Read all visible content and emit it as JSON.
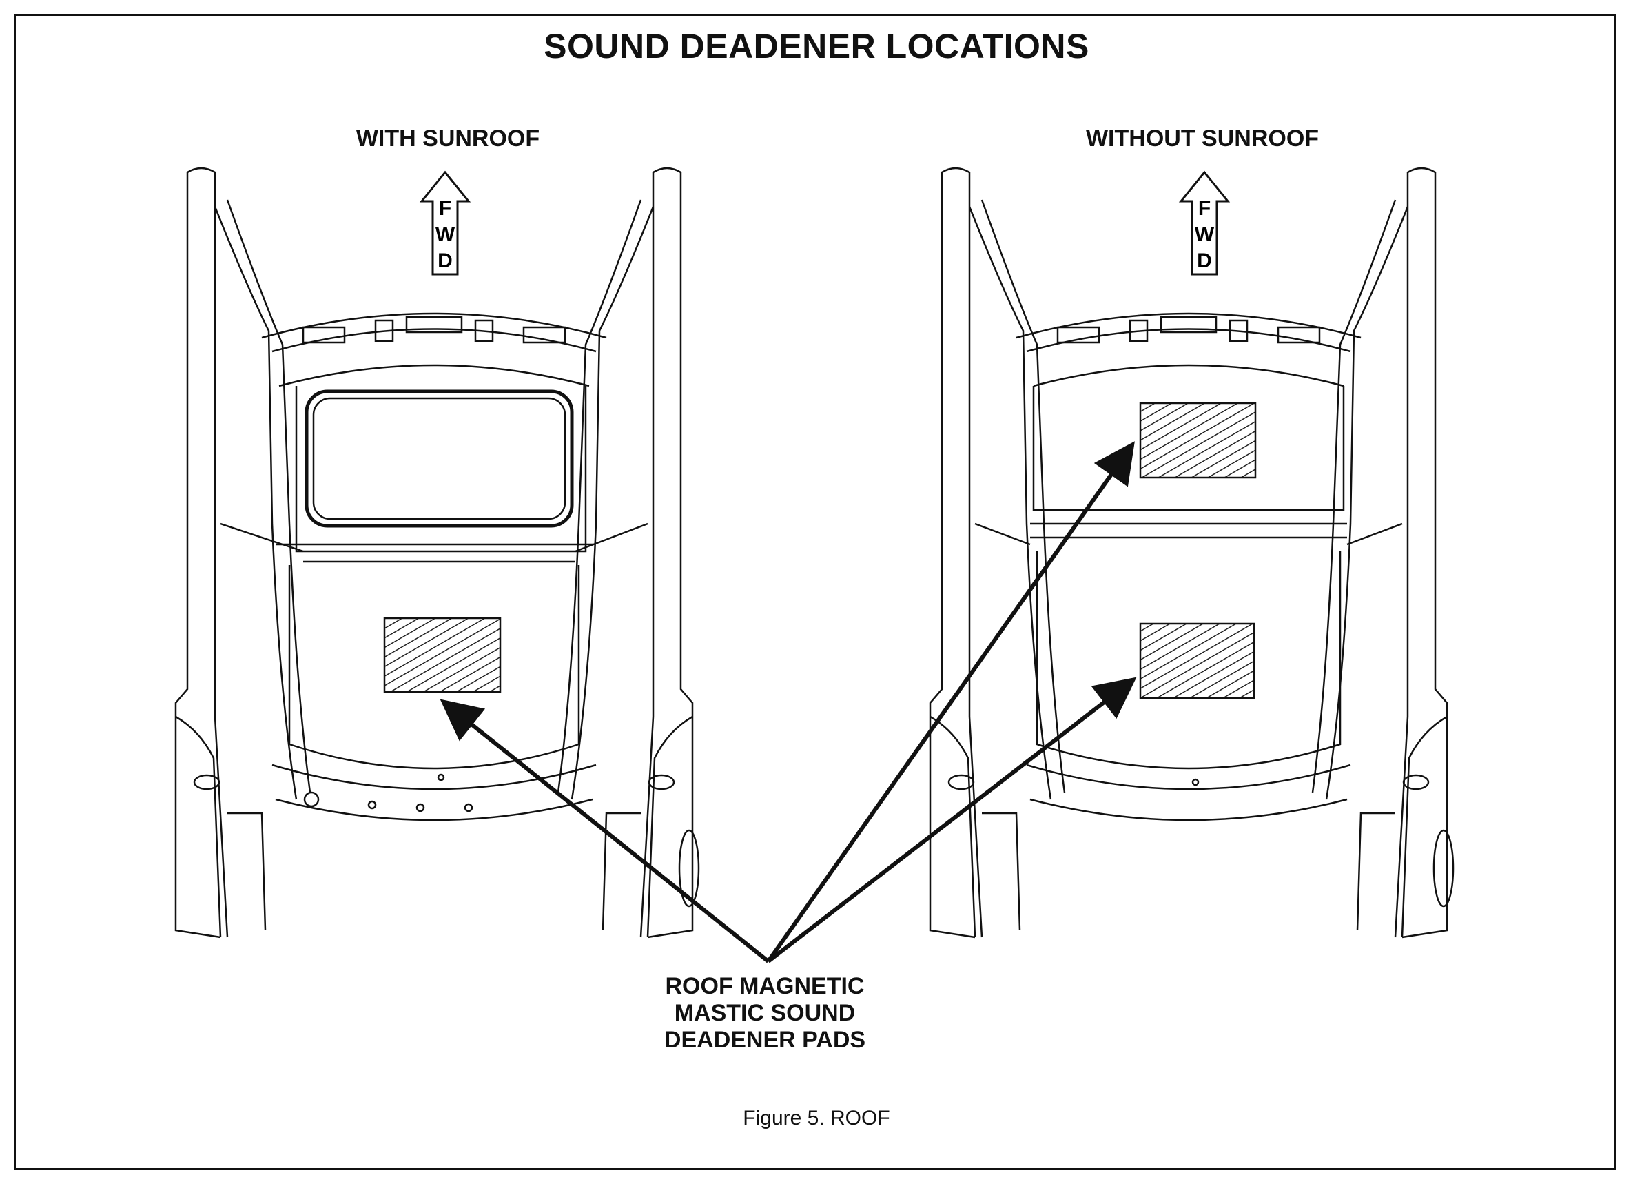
{
  "title": "SOUND DEADENER LOCATIONS",
  "views": [
    {
      "label": "WITH SUNROOF",
      "fwd": [
        "F",
        "W",
        "D"
      ]
    },
    {
      "label": "WITHOUT SUNROOF",
      "fwd": [
        "F",
        "W",
        "D"
      ]
    }
  ],
  "callout": {
    "lines": [
      "ROOF MAGNETIC",
      "MASTIC SOUND",
      "DEADENER PADS"
    ]
  },
  "caption": "Figure 5.  ROOF",
  "colors": {
    "line": "#111111",
    "paper": "#ffffff"
  }
}
